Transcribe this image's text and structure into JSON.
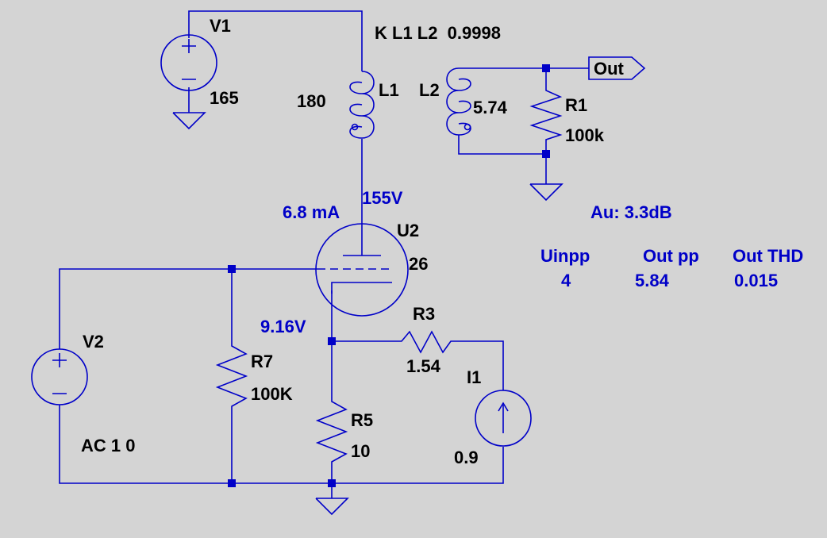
{
  "colors": {
    "background": "#d4d4d4",
    "wire": "#0000c8",
    "annotation": "#0000c8",
    "label": "#000000"
  },
  "components": {
    "V1": {
      "name": "V1",
      "value": "165"
    },
    "V2": {
      "name": "V2",
      "value": "AC 1 0"
    },
    "L1": {
      "name": "L1",
      "value": "180"
    },
    "L2": {
      "name": "L2",
      "value": "5.74"
    },
    "R1": {
      "name": "R1",
      "value": "100k"
    },
    "U2": {
      "name": "U2",
      "value": "26"
    },
    "R3": {
      "name": "R3",
      "value": "1.54"
    },
    "R5": {
      "name": "R5",
      "value": "10"
    },
    "R7": {
      "name": "R7",
      "value": "100K"
    },
    "I1": {
      "name": "I1",
      "value": "0.9"
    }
  },
  "directive": "K L1 L2  0.9998",
  "net_label": "Out",
  "annotations": {
    "plate_voltage": "155V",
    "plate_current": "6.8 mA",
    "cathode_voltage": "9.16V",
    "gain": "Au: 3.3dB"
  },
  "results": {
    "headers": [
      "Uinpp",
      "Out pp",
      "Out THD"
    ],
    "values": [
      "4",
      "5.84",
      "0.015"
    ]
  }
}
